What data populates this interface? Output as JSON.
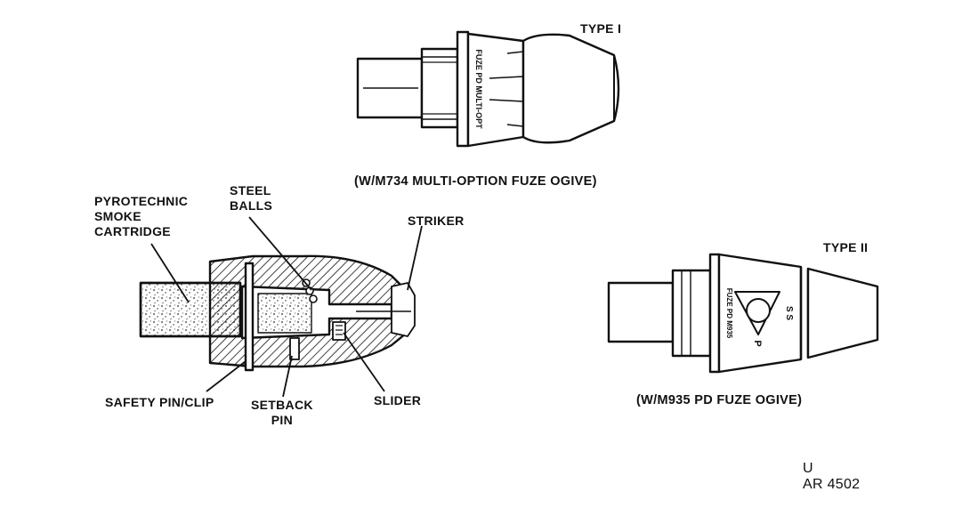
{
  "type1": {
    "title": "TYPE I",
    "caption": "(W/M734 MULTI-OPTION FUZE OGIVE)"
  },
  "type2": {
    "title": "TYPE II",
    "caption": "(W/M935 PD FUZE OGIVE)"
  },
  "cutaway_labels": {
    "pyrotechnic": [
      "PYROTECHNIC",
      "SMOKE",
      "CARTRIDGE"
    ],
    "steel_balls": [
      "STEEL",
      "BALLS"
    ],
    "striker": "STRIKER",
    "safety_pin": "SAFETY PIN/CLIP",
    "setback_pin": [
      "SETBACK",
      "PIN"
    ],
    "slider": "SLIDER"
  },
  "figure_id": [
    "U",
    "AR 4502"
  ],
  "colors": {
    "ink": "#111111",
    "paper": "#ffffff"
  }
}
